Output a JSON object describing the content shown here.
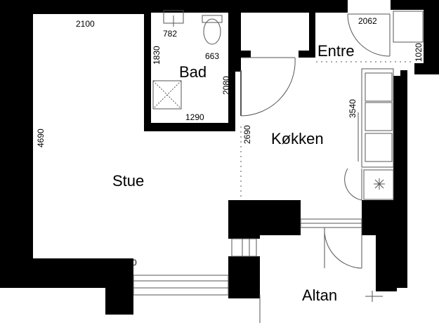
{
  "rooms": {
    "stue": "Stue",
    "bad": "Bad",
    "entre": "Entre",
    "kokken": "Køkken",
    "altan": "Altan"
  },
  "dimensions": {
    "stue_width_top": "2100",
    "stue_depth": "4690",
    "stue_width_bottom": "3730",
    "bad_fixture_782": "782",
    "bad_fixture_663": "663",
    "bad_depth": "1830",
    "bad_width": "1290",
    "bad_door_wall": "2080",
    "kitchen_opening": "2690",
    "kitchen_counter": "3540",
    "entre_width": "2062",
    "entre_depth": "1020"
  },
  "colors": {
    "wall": "#000000",
    "background": "#ffffff",
    "line": "#555555"
  }
}
